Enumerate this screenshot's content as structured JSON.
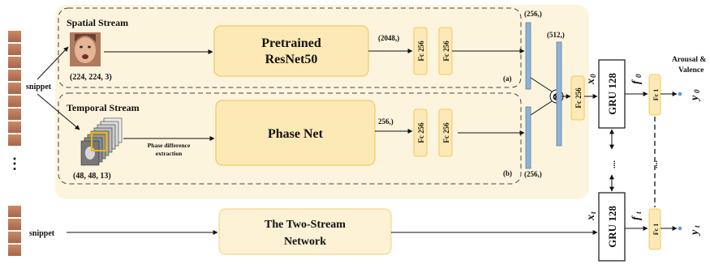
{
  "spatial": {
    "title": "Spatial Stream",
    "input_shape": "(224, 224, 3)",
    "backbone_line1": "Pretrained",
    "backbone_line2": "ResNet50",
    "feature_shape": "(2048,)",
    "fc_a": "Fc 256",
    "fc_b": "Fc 256",
    "tag": "(a)"
  },
  "temporal": {
    "title": "Temporal Stream",
    "input_shape": "(48, 48, 13)",
    "phase_caption_line1": "Phase difference",
    "phase_caption_line2": "extraction",
    "net_label": "Phase Net",
    "feature_shape": "256,)",
    "fc_a": "Fc 256",
    "fc_b": "Fc 256",
    "tag": "(b)"
  },
  "fusion": {
    "top_shape": "(256,)",
    "bottom_shape": "(256,)",
    "concat_shape": "(512,)",
    "fc": "Fc 256",
    "operator": "⊗"
  },
  "recurrent": {
    "x0_label": "x",
    "x0_sub": "0",
    "xt_label": "x",
    "xt_sub": "t",
    "gru_top": "GRU 128",
    "gru_bottom": "GRU 128",
    "f0_label": "f",
    "f0_sub": "0",
    "ft_label": "f",
    "ft_sub": "t",
    "fc_top": "Fc 1",
    "fc_bottom": "Fc 1",
    "y0_label": "y",
    "y0_sub": "0",
    "yt_label": "y",
    "yt_sub": "t",
    "dots": "....",
    "output_line1": "Arousal &",
    "output_line2": "Valence"
  },
  "inputs": {
    "snippet_top": "snippet",
    "snippet_bottom": "snippet",
    "ellipsis": "⋮"
  },
  "two_stream": {
    "line1": "The Two-Stream",
    "line2": "Network"
  }
}
